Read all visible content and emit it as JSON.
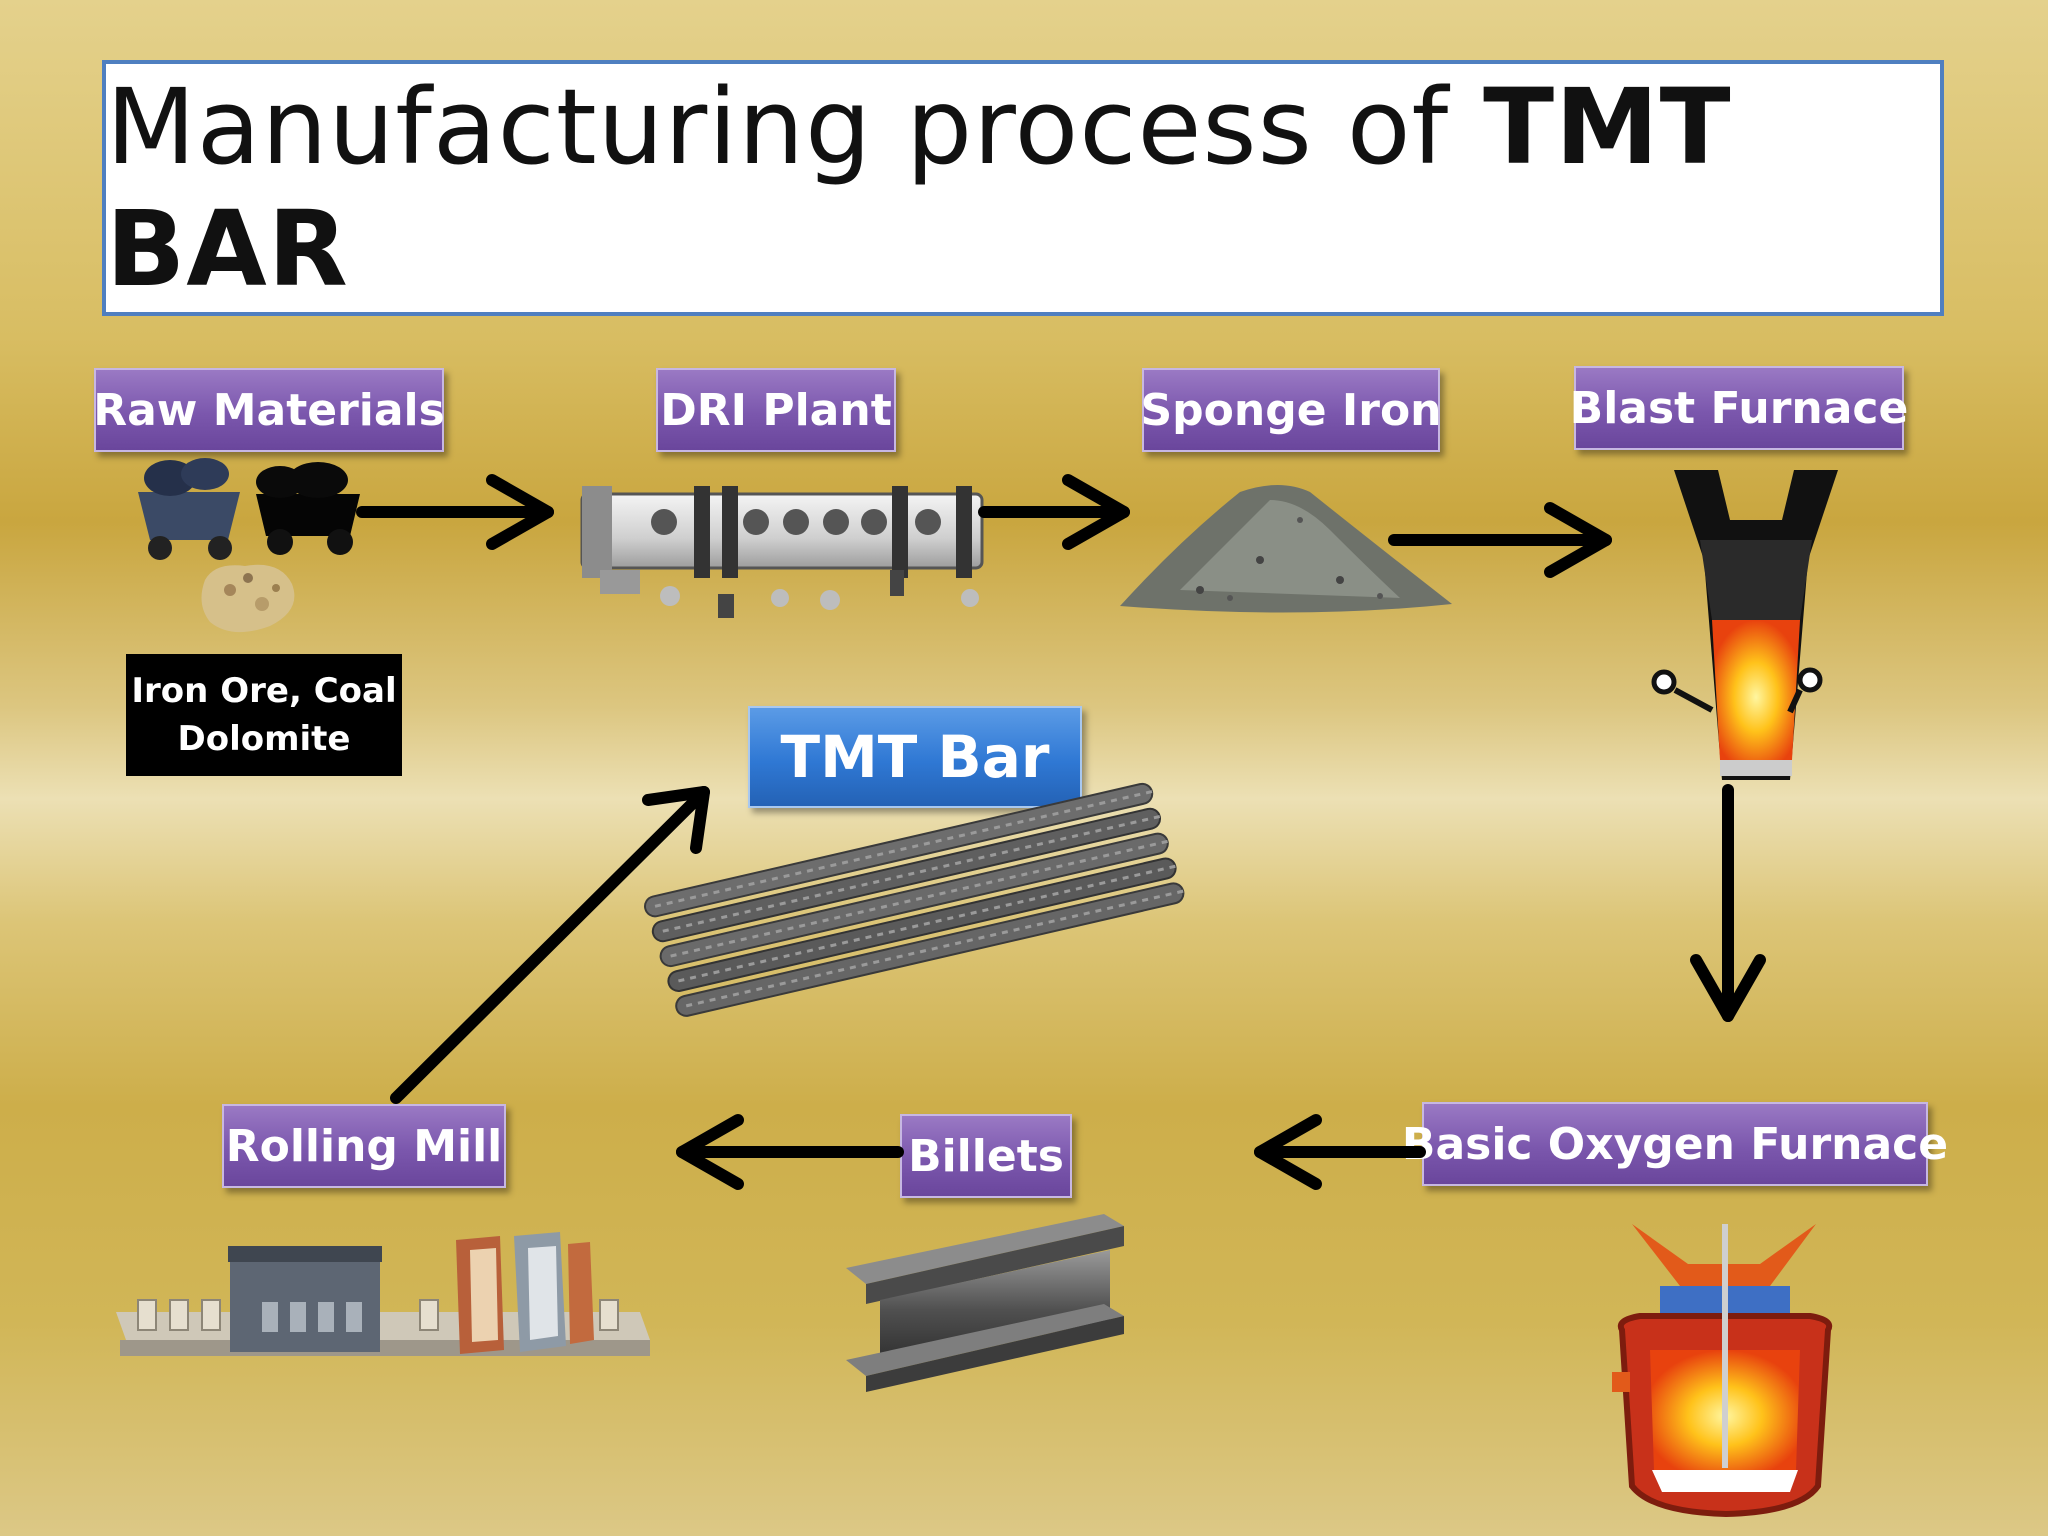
{
  "title": {
    "regular": "Manufacturing process of ",
    "bold": "TMT BAR"
  },
  "steps": {
    "raw_materials": "Raw Materials",
    "dri_plant": "DRI Plant",
    "sponge_iron": "Sponge Iron",
    "blast_furnace": "Blast Furnace",
    "basic_oxygen_furnace": "Basic Oxygen Furnace",
    "billets": "Billets",
    "rolling_mill": "Rolling Mill",
    "tmt_bar": "TMT Bar"
  },
  "raw_materials_note": {
    "line1": "Iron Ore, Coal",
    "line2": "Dolomite"
  },
  "colors": {
    "step_label": "#7b57ad",
    "final_label": "#2f78d4",
    "title_border": "#4f7fc0",
    "arrow": "#000000"
  }
}
